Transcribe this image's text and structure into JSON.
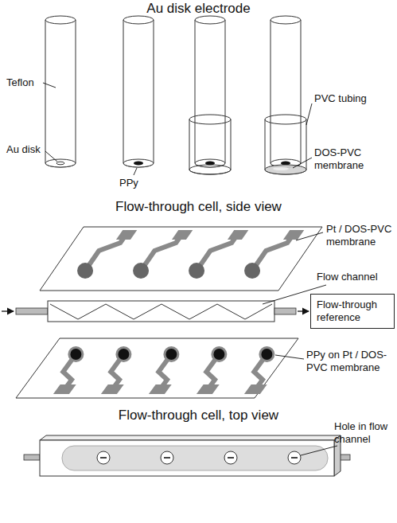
{
  "diagram": {
    "title": "Au disk electrode",
    "nodes": [
      {
        "text": [
          "Flow-through reference"
        ]
      }
    ],
    "labels": [
      "Flow-through cell, side view",
      "Flow-through cell, top view",
      "Teflon",
      "Au disk",
      "PPy",
      "PVC tubing",
      "DOS-PVC membrane",
      "Pt / DOS-PVC membrane",
      "Flow channel",
      "PPy on Pt / DOS-PVC membrane",
      "Hole in flow channel"
    ]
  }
}
